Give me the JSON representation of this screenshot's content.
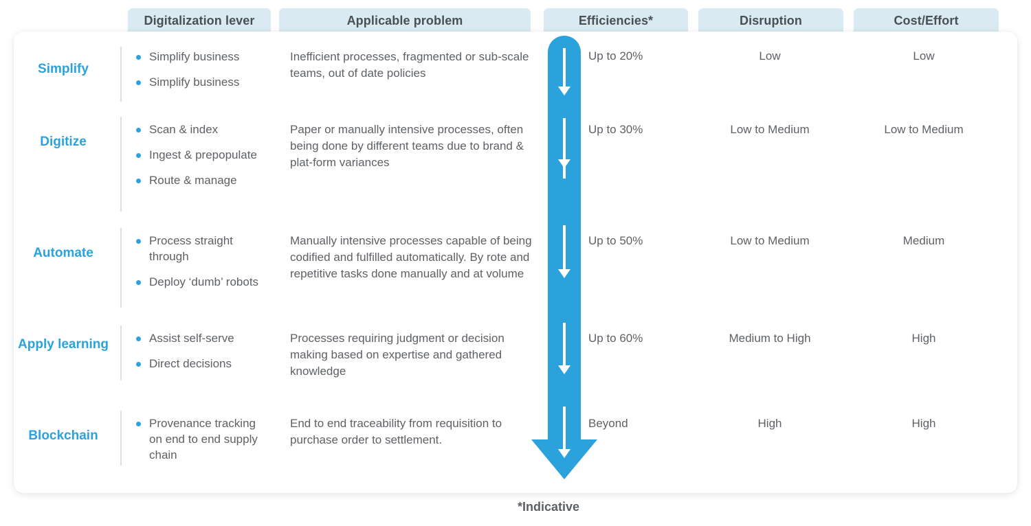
{
  "columns": [
    {
      "id": "lever",
      "label": "Digitalization lever"
    },
    {
      "id": "problem",
      "label": "Applicable problem"
    },
    {
      "id": "efficiencies",
      "label": "Efficiencies*"
    },
    {
      "id": "disruption",
      "label": "Disruption"
    },
    {
      "id": "cost",
      "label": "Cost/Effort"
    }
  ],
  "rows": [
    {
      "lever": "Simplify",
      "bullets": [
        "Simplify business",
        "Simplify business"
      ],
      "problem": "Inefficient processes, fragmented or sub-scale teams, out of date policies",
      "efficiency": "Up to 20%",
      "disruption": "Low",
      "cost": "Low"
    },
    {
      "lever": "Digitize",
      "bullets": [
        "Scan & index",
        "Ingest & prepopulate",
        "Route & manage"
      ],
      "problem": "Paper or manually intensive processes, often being done by different teams due to brand & plat-form variances",
      "efficiency": "Up to 30%",
      "disruption": "Low to Medium",
      "cost": "Low to Medium"
    },
    {
      "lever": "Automate",
      "bullets": [
        "Process straight through",
        "Deploy ‘dumb’ robots"
      ],
      "problem": "Manually intensive processes capable of being codified and fulfilled automatically. By rote and repetitive tasks done manually and at volume",
      "efficiency": "Up to 50%",
      "disruption": "Low to Medium",
      "cost": "Medium"
    },
    {
      "lever": "Apply learning",
      "bullets": [
        "Assist self-serve",
        "Direct decisions"
      ],
      "problem": "Processes requiring judgment or decision making based on expertise and gathered knowledge",
      "efficiency": "Up to 60%",
      "disruption": "Medium to High",
      "cost": "High"
    },
    {
      "lever": "Blockchain",
      "bullets": [
        "Provenance tracking on end to end supply chain"
      ],
      "problem": "End to end traceability from requisition to purchase order to settlement.",
      "efficiency": "Beyond",
      "disruption": "High",
      "cost": "High"
    }
  ],
  "footnote": "*Indicative",
  "colors": {
    "accent": "#2ba2dc",
    "header_bg": "#daeaf2",
    "header_text": "#4a4f54",
    "body_text": "#5d6165",
    "divider": "#dcdee0",
    "card_bg": "#ffffff",
    "page_bg": "#ffffff"
  }
}
